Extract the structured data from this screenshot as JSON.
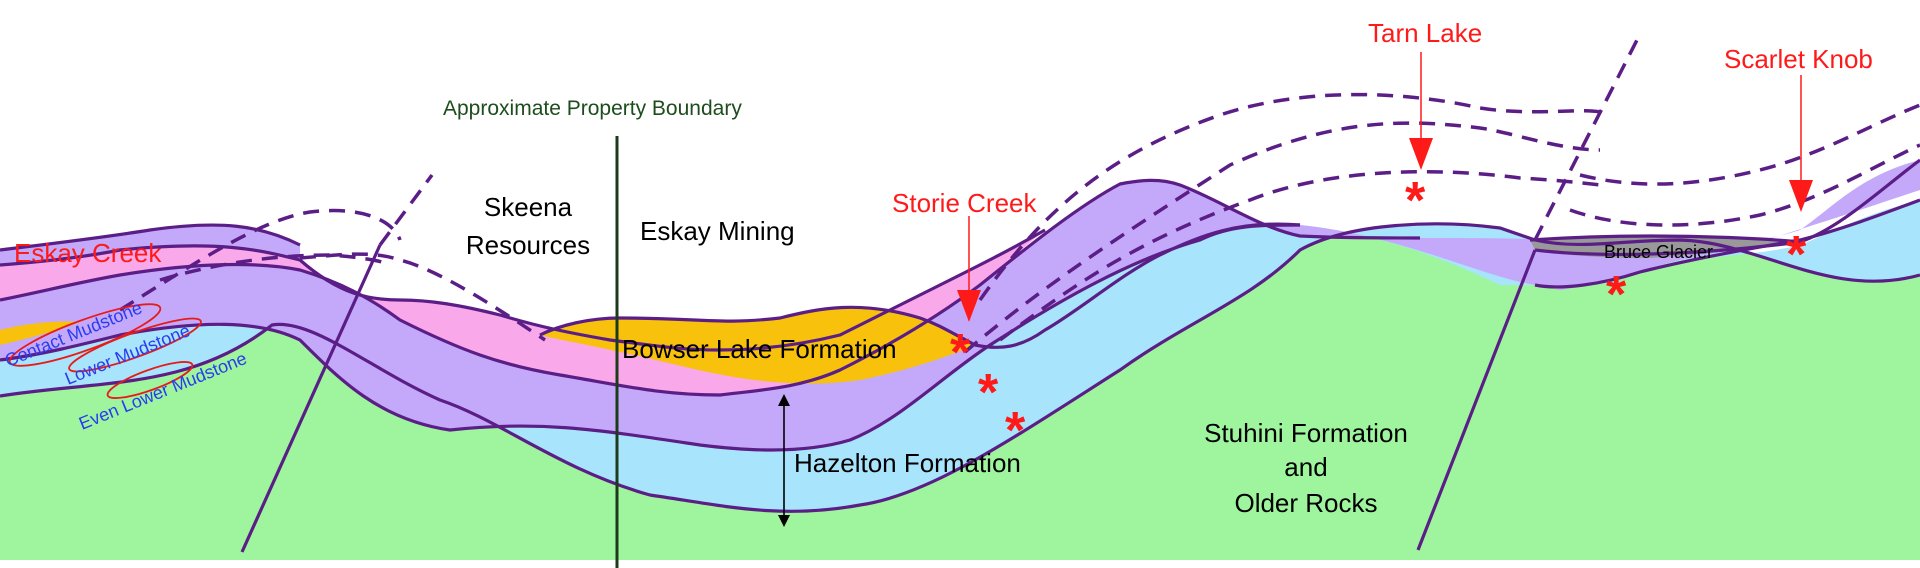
{
  "labels": {
    "boundary": "Approximate Property Boundary",
    "skeena_line1": "Skeena",
    "skeena_line2": "Resources",
    "eskay_mining": "Eskay Mining",
    "eskay_creek": "Eskay Creek",
    "storie_creek": "Storie Creek",
    "tarn_lake": "Tarn Lake",
    "scarlet_knob": "Scarlet Knob",
    "bruce_glacier": "Bruce Glacier",
    "bowser": "Bowser Lake Formation",
    "hazelton": "Hazelton Formation",
    "stuhini_line1": "Stuhini Formation",
    "stuhini_line2": "and",
    "stuhini_line3": "Older Rocks",
    "contact_mudstone": "Contact Mudstone",
    "lower_mudstone": "Lower Mudstone",
    "even_lower_mudstone": "Even Lower Mudstone"
  },
  "colors": {
    "stuhini": "#9ef59e",
    "hazelton_lower": "#a8e4fb",
    "hazelton_mid": "#c4a9fa",
    "hazelton_upper": "#f9a9ea",
    "bowser": "#f7c10c",
    "glacier": "#999999",
    "contact_line": "#5b1e86",
    "red_label": "#ff1a1a",
    "blue_label": "#2a3cf0",
    "boundary_label": "#1d4d1d"
  }
}
